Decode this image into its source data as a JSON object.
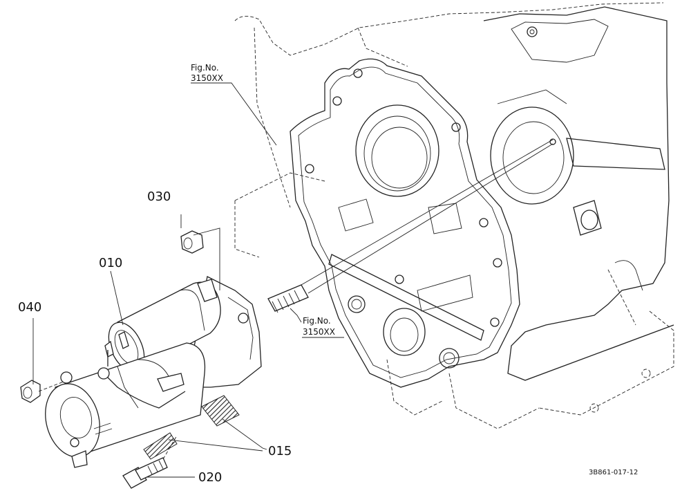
{
  "references": [
    {
      "line1": "Fig.No.",
      "line2": "3150XX"
    },
    {
      "line1": "Fig.No.",
      "line2": "3150XX"
    }
  ],
  "parts": [
    "010",
    "015",
    "020",
    "030",
    "040"
  ],
  "diagram_code": "3B861-017-12"
}
